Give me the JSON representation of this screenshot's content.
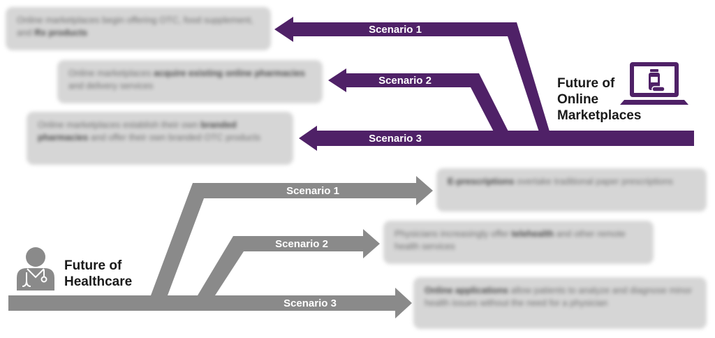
{
  "colors": {
    "marketplace_purple": "#4f2167",
    "healthcare_gray": "#8a8a8a",
    "card_gray": "#d6d6d6"
  },
  "marketplaces": {
    "hub_title": [
      "Future of",
      "Online",
      "Marketplaces"
    ],
    "icon": "laptop-with-medicine-bottle-icon",
    "scenarios": [
      {
        "label": "Scenario 1",
        "text_before": "Online marketplaces begin offering OTC, food supplement, and ",
        "text_bold": "Rx products",
        "text_after": ""
      },
      {
        "label": "Scenario 2",
        "text_before": "Online marketplaces ",
        "text_bold": "acquire existing online pharmacies",
        "text_after": " and delivery services"
      },
      {
        "label": "Scenario 3",
        "text_before": "Online marketplaces establish their own ",
        "text_bold": "branded pharmacies",
        "text_after": " and offer their own branded OTC products"
      }
    ]
  },
  "healthcare": {
    "hub_title": [
      "Future of",
      "Healthcare"
    ],
    "icon": "doctor-with-stethoscope-icon",
    "scenarios": [
      {
        "label": "Scenario 1",
        "text_before": "",
        "text_bold": "E-prescriptions",
        "text_after": " overtake traditional paper prescriptions"
      },
      {
        "label": "Scenario 2",
        "text_before": "Physicians increasingly offer ",
        "text_bold": "telehealth",
        "text_after": " and other remote health services"
      },
      {
        "label": "Scenario 3",
        "text_before": "",
        "text_bold": "Online applications",
        "text_after": " allow patients to analyze and diagnose minor health issues without the need for a physician"
      }
    ]
  }
}
